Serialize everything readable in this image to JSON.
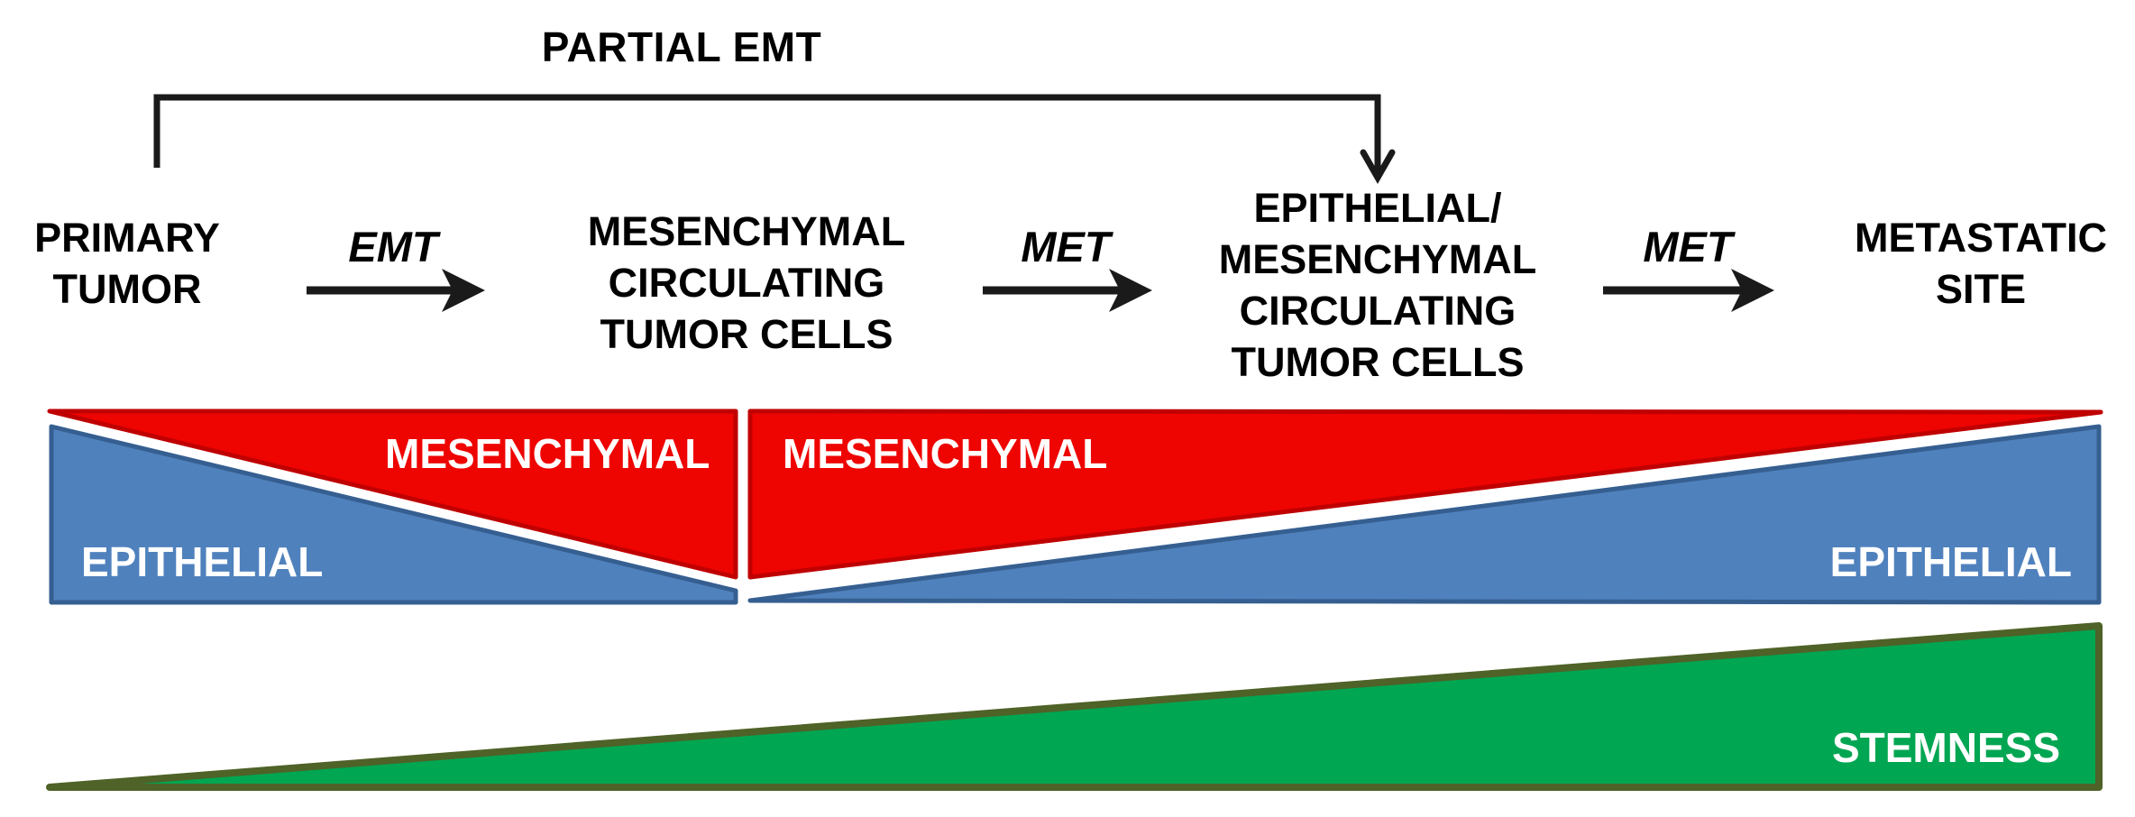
{
  "title": {
    "partial_emt_label": "PARTIAL EMT"
  },
  "flow": {
    "stages": [
      {
        "name": "primary-tumor",
        "lines": [
          "PRIMARY",
          "TUMOR"
        ]
      },
      {
        "name": "mesenchymal-ctc",
        "lines": [
          "MESENCHYMAL",
          "CIRCULATING",
          "TUMOR CELLS"
        ]
      },
      {
        "name": "epithelial-mesenchymal-ctc",
        "lines": [
          "EPITHELIAL/",
          "MESENCHYMAL",
          "CIRCULATING",
          "TUMOR CELLS"
        ]
      },
      {
        "name": "metastatic-site",
        "lines": [
          "METASTATIC",
          "SITE"
        ]
      }
    ],
    "transitions": [
      {
        "label": "EMT"
      },
      {
        "label": "MET"
      },
      {
        "label": "MET"
      }
    ]
  },
  "gradient_bands": {
    "phenotype": {
      "left_panel": {
        "top_label": "MESENCHYMAL",
        "bottom_label": "EPITHELIAL"
      },
      "right_panel": {
        "top_label": "MESENCHYMAL",
        "bottom_label": "EPITHELIAL"
      }
    },
    "stemness": {
      "label": "STEMNESS"
    }
  },
  "colors": {
    "mesenchymal_fill": "#EE0400",
    "mesenchymal_stroke": "#C00000",
    "epithelial_fill": "#4F81BD",
    "epithelial_stroke": "#365F91",
    "stemness_fill": "#00A651",
    "stemness_stroke": "#4F6228",
    "line": "#1A1A1A",
    "text": "#000000",
    "band_text": "#FFFFFF"
  }
}
